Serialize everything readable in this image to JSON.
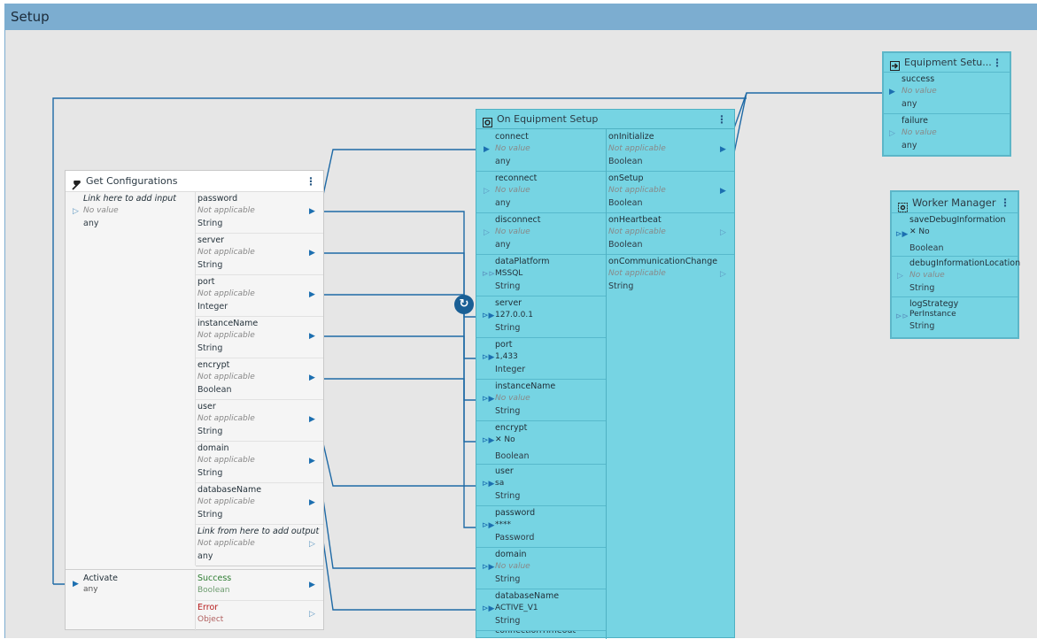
{
  "window": {
    "title": "Setup"
  },
  "get_config": {
    "title": "Get Configurations",
    "input": {
      "label": "Link here to add input",
      "value": "No value",
      "type": "any"
    },
    "outputs": [
      {
        "name": "password",
        "value": "Not applicable",
        "type": "String"
      },
      {
        "name": "server",
        "value": "Not applicable",
        "type": "String"
      },
      {
        "name": "port",
        "value": "Not applicable",
        "type": "Integer"
      },
      {
        "name": "instanceName",
        "value": "Not applicable",
        "type": "String"
      },
      {
        "name": "encrypt",
        "value": "Not applicable",
        "type": "Boolean"
      },
      {
        "name": "user",
        "value": "Not applicable",
        "type": "String"
      },
      {
        "name": "domain",
        "value": "Not applicable",
        "type": "String"
      },
      {
        "name": "databaseName",
        "value": "Not applicable",
        "type": "String"
      },
      {
        "name": "Link from here to add output",
        "value": "Not applicable",
        "type": "any"
      }
    ],
    "activate": {
      "name": "Activate",
      "type": "any"
    },
    "success": {
      "name": "Success",
      "type": "Boolean"
    },
    "error": {
      "name": "Error",
      "type": "Object"
    },
    "colors": {
      "success": "#2e7d32",
      "error": "#b71c1c"
    }
  },
  "equipment_setup": {
    "title": "On Equipment Setup",
    "inputs": [
      {
        "name": "connect",
        "value": "No value",
        "type": "any"
      },
      {
        "name": "reconnect",
        "value": "No value",
        "type": "any"
      },
      {
        "name": "disconnect",
        "value": "No value",
        "type": "any"
      },
      {
        "name": "dataPlatform",
        "value": "MSSQL",
        "type": "String"
      },
      {
        "name": "server",
        "value": "127.0.0.1",
        "type": "String"
      },
      {
        "name": "port",
        "value": "1,433",
        "type": "Integer"
      },
      {
        "name": "instanceName",
        "value": "No value",
        "type": "String"
      },
      {
        "name": "encrypt",
        "value": "✕ No",
        "type": "Boolean"
      },
      {
        "name": "user",
        "value": "sa",
        "type": "String"
      },
      {
        "name": "password",
        "value": "****",
        "type": "Password"
      },
      {
        "name": "domain",
        "value": "No value",
        "type": "String"
      },
      {
        "name": "databaseName",
        "value": "ACTIVE_V1",
        "type": "String"
      },
      {
        "name": "connectionTimeout",
        "value": "",
        "type": ""
      }
    ],
    "outputs": [
      {
        "name": "onInitialize",
        "value": "Not applicable",
        "type": "Boolean"
      },
      {
        "name": "onSetup",
        "value": "Not applicable",
        "type": "Boolean"
      },
      {
        "name": "onHeartbeat",
        "value": "Not applicable",
        "type": "Boolean"
      },
      {
        "name": "onCommunicationChange",
        "value": "Not applicable",
        "type": "String"
      }
    ],
    "color": "#76d4e3"
  },
  "equipment_setup_result": {
    "title": "Equipment Setu...",
    "ports": [
      {
        "name": "success",
        "value": "No value",
        "type": "any"
      },
      {
        "name": "failure",
        "value": "No value",
        "type": "any"
      }
    ]
  },
  "worker_manager": {
    "title": "Worker Manager",
    "ports": [
      {
        "name": "saveDebugInformation",
        "value": "✕ No",
        "type": "Boolean"
      },
      {
        "name": "debugInformationLocation",
        "value": "No value",
        "type": "String"
      },
      {
        "name": "logStrategy",
        "value": "PerInstance",
        "type": "String"
      }
    ]
  },
  "icons": [
    "wrench-icon",
    "gear-icon",
    "exit-icon",
    "worker-icon",
    "sync-icon",
    "kebab-menu-icon"
  ],
  "accent": "#1c6fb0"
}
